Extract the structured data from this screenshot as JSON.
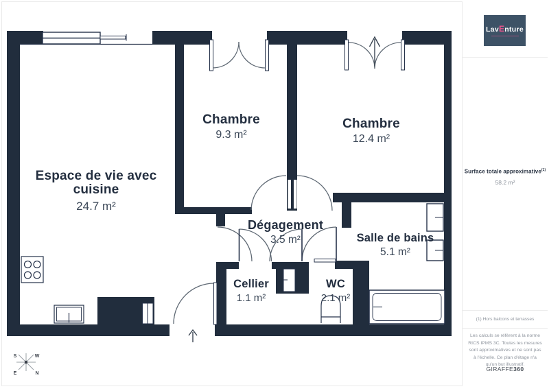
{
  "branding": {
    "logo_pre": "Lav",
    "logo_accent": "E",
    "logo_post": "nture",
    "brand_name": "GIRAFFE",
    "brand_suffix": "360"
  },
  "sidebar": {
    "surface_label": "Surface totale approximative",
    "surface_superscript": "(1)",
    "surface_value": "58.2 m²",
    "footnote": "(1) Hors balcons et terrasses",
    "disclaimer": "Les calculs se réfèrent à la norme RICS IPMS 3C. Toutes les mesures sont approximatives et ne sont pas à l'échelle. Ce plan d'étage n'a qu'un but illustratif."
  },
  "floorplan": {
    "rooms": [
      {
        "name": "Espace de vie avec cuisine",
        "area": "24.7 m²"
      },
      {
        "name": "Chambre",
        "area": "9.3 m²"
      },
      {
        "name": "Chambre",
        "area": "12.4 m²"
      },
      {
        "name": "Dégagement",
        "area": "3.5 m²"
      },
      {
        "name": "Salle de bains",
        "area": "5.1 m²"
      },
      {
        "name": "Cellier",
        "area": "1.1 m²"
      },
      {
        "name": "WC",
        "area": "2.1 m²"
      }
    ],
    "compass": {
      "top_left": "S",
      "top_right": "W",
      "bottom_left": "E",
      "bottom_right": "N"
    }
  },
  "colors": {
    "wall": "#212d3d",
    "label_text": "#242f40",
    "area_text": "#3c4858",
    "arc_stroke": "#5f6974",
    "logo_background": "#3d5266",
    "accent_pink": "#f0548e",
    "sidebar_muted": "#8f959e"
  }
}
